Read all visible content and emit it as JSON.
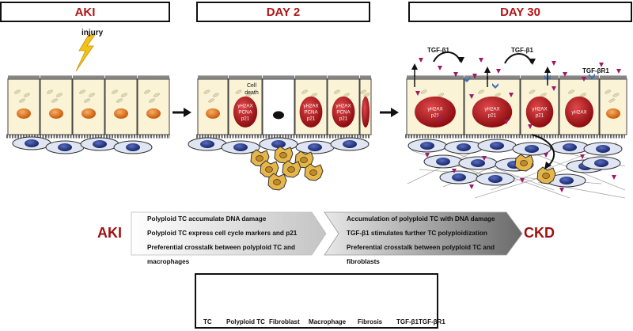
{
  "headers": {
    "aki": "AKI",
    "day2": "DAY 2",
    "day30": "DAY 30"
  },
  "panel_labels": {
    "injury": "injury",
    "cell_death": "Cell death",
    "tgf_b1_left": "TGF-β1",
    "tgf_b1_right": "TGF-β1",
    "tgf_br1": "TGF-βR1"
  },
  "nucleus_labels": {
    "day2": [
      "γH2AX PCNA p21",
      "γH2AX PCNA p21",
      "γH2AX PCNA p21",
      "γH2AX PCNA p21"
    ],
    "day30": [
      "γH2AX p21",
      "γH2AX p21",
      "γH2AX p21",
      "γH2AX"
    ]
  },
  "transition": {
    "left_label": "AKI",
    "right_label": "CKD",
    "left_items": [
      "Polyploid TC accumulate DNA damage",
      "Polyploid TC express cell cycle markers and p21",
      "Preferential crosstalk between polyploid TC and macrophages"
    ],
    "right_items": [
      "Accumulation of polyploid TC with DNA damage",
      "TGF-β1 stimulates further TC polyploidization",
      "Preferential crosstalk between polyploid TC and fibroblasts"
    ]
  },
  "legend": {
    "tc": "TC",
    "polyploid_tc": "Polyploid TC",
    "fibroblast": "Fibroblast",
    "macrophage": "Macrophage",
    "fibrosis": "Fibrosis",
    "tgf_b1": "TGF-β1",
    "tgf_br1": "TGF-βR1"
  },
  "colors": {
    "header_text": "#b01515",
    "cell_fill": "#fbf3d6",
    "tc_nucleus": "#e07a22",
    "polyploid_nucleus": "#b01818",
    "fibroblast_nucleus": "#2a3a8c",
    "macrophage_fill": "#e6b64a",
    "tgf_b1": "#a0186a",
    "tgf_br1": "#3f6fb8"
  }
}
